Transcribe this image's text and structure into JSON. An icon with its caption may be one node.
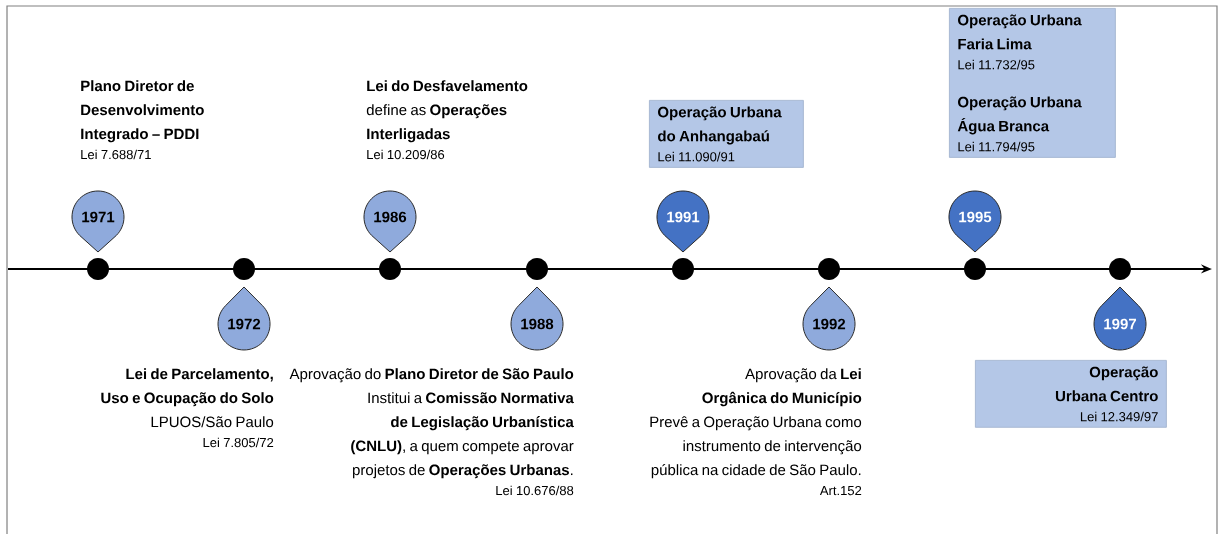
{
  "diagram": {
    "nodes": [
      {
        "text": [
          "1971"
        ],
        "beside": [
          "Plano Diretor de Desenvolvimento Integrado – PDDI",
          "Lei 7.688/71"
        ]
      },
      {
        "text": [
          "1972"
        ],
        "beside": [
          "Lei de Parcelamento, Uso e Ocupação do Solo",
          "LPUOS/São Paulo",
          "Lei 7.805/72"
        ]
      },
      {
        "text": [
          "1986"
        ],
        "beside": [
          "**Lei do Desfavelamento** define as **Operações Interligadas**",
          "Lei 10.209/86"
        ]
      },
      {
        "text": [
          "1988"
        ],
        "beside": [
          "Aprovação do **Plano Diretor de São Paulo**",
          "Institui a **Comissão Normativa de Legislação Urbanística (CNLU)**, a quem compete aprovar projetos de **Operações Urbanas**.",
          "Lei 10.676/88"
        ]
      },
      {
        "text": [
          "1991"
        ]
      },
      {
        "text": [
          "Operação Urbana do Anhangabaú",
          "Lei 11.090/91"
        ]
      },
      {
        "text": [
          "1992"
        ],
        "beside": [
          "Aprovação da **Lei Orgânica do Município**",
          "Prevê a Operação Urbana como instrumento de intervenção pública na cidade de São Paulo.",
          "Art.152"
        ]
      },
      {
        "text": [
          "1995"
        ]
      },
      {
        "text": [
          "Operação Urbana Faria Lima",
          "Lei 11.732/95",
          "Operação Urbana Água Branca",
          "Lei 11.794/95"
        ]
      },
      {
        "text": [
          "1997"
        ]
      },
      {
        "text": [
          "Operação Urbana Centro",
          "Lei 12.349/97"
        ]
      }
    ]
  }
}
